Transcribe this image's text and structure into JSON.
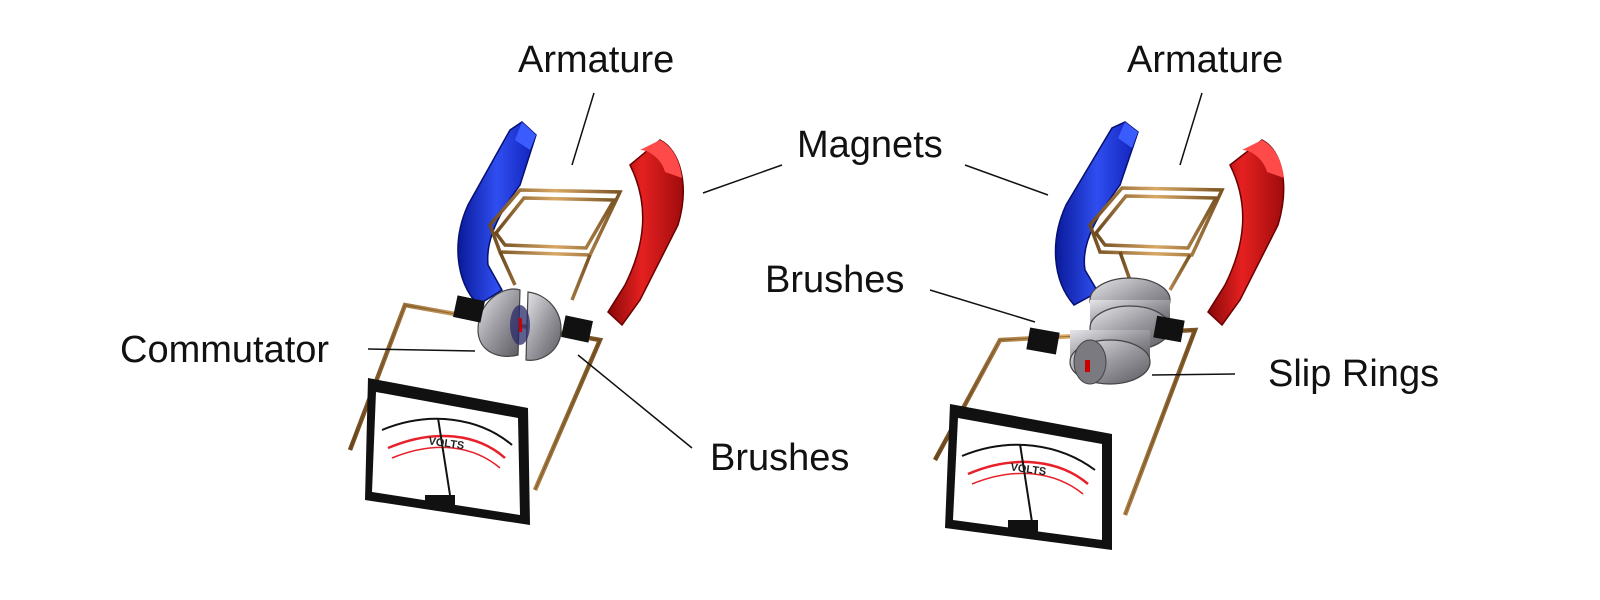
{
  "colors": {
    "blue_magnet": "#1a2fd0",
    "red_magnet": "#cc1010",
    "copper": "#a5793f",
    "steel": "#a8a8ac",
    "meter_red": "#e8202a"
  },
  "diagrams": {
    "dc": {
      "labels": {
        "armature": "Armature",
        "magnets": "Magnets",
        "commutator": "Commutator",
        "brushes": "Brushes"
      },
      "meter_word": "VOLTS"
    },
    "ac": {
      "labels": {
        "armature": "Armature",
        "brushes": "Brushes",
        "slip_rings": "Slip Rings"
      },
      "meter_word": "VOLTS"
    }
  }
}
